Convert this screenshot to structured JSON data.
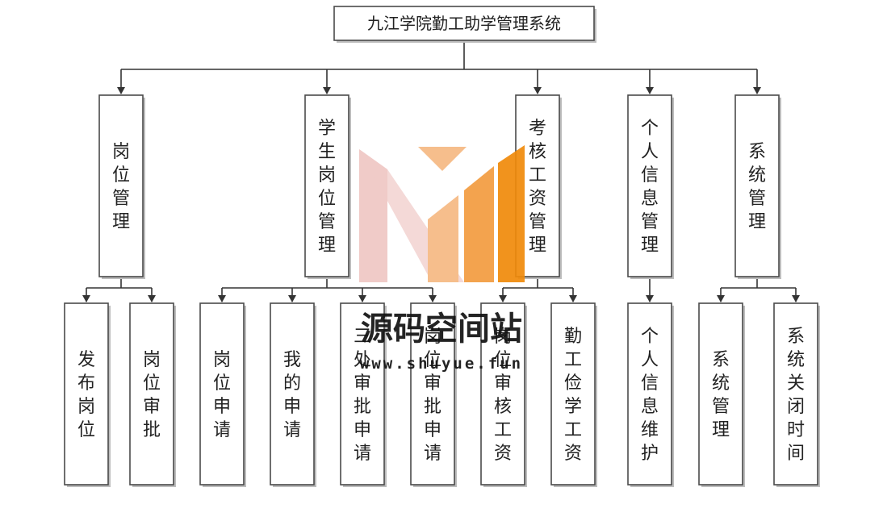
{
  "root": {
    "label": "九江学院勤工助学管理系统"
  },
  "modules": [
    {
      "id": "m1",
      "label": "岗位管理",
      "children": [
        "发布岗位",
        "岗位审批"
      ]
    },
    {
      "id": "m2",
      "label": "学生岗位管理",
      "children": [
        "岗位申请",
        "我的申请",
        "三处审批申请",
        "岗位审批申请"
      ]
    },
    {
      "id": "m3",
      "label": "考核工资管理",
      "children": [
        "岗位审核工资",
        "勤工俭学工资"
      ]
    },
    {
      "id": "m4",
      "label": "个人信息管理",
      "children": [
        "个人信息维护"
      ]
    },
    {
      "id": "m5",
      "label": "系统管理",
      "children": [
        "系统管理",
        "系统关闭时间"
      ]
    }
  ],
  "watermark": {
    "title": "源码空间站",
    "url": "www.shuyue.fun",
    "colors": {
      "pink": "#efc7c4",
      "light_orange": "#f6b983",
      "mid_orange": "#f39c3f",
      "orange": "#f08a0a"
    }
  },
  "colors": {
    "border": "#4a4a4a",
    "line": "#333333",
    "shadow": "#bdbdbd"
  }
}
